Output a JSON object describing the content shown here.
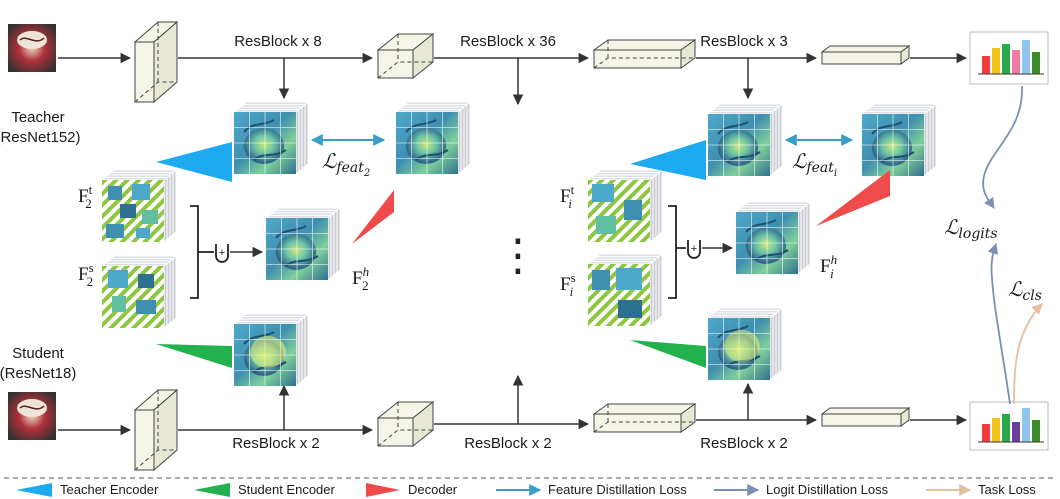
{
  "teacher": {
    "name": "Teacher",
    "model": "(ResNet152)"
  },
  "student": {
    "name": "Student",
    "model": "(ResNet18)"
  },
  "teacher_blocks": [
    "ResBlock x 8",
    "ResBlock x 36",
    "ResBlock x 3"
  ],
  "student_blocks": [
    "ResBlock x 2",
    "ResBlock x 2",
    "ResBlock x 2"
  ],
  "features": {
    "F2t_base": "F",
    "F2t_sub": "2",
    "F2t_sup": "t",
    "F2s_base": "F",
    "F2s_sub": "2",
    "F2s_sup": "s",
    "F2h_base": "F",
    "F2h_sub": "2",
    "F2h_sup": "h",
    "Fit_base": "F",
    "Fit_sub": "i",
    "Fit_sup": "t",
    "Fis_base": "F",
    "Fis_sub": "i",
    "Fis_sup": "s",
    "Fih_base": "F",
    "Fih_sub": "i",
    "Fih_sup": "h"
  },
  "losses": {
    "feat2_main": "ℒ",
    "feat2_sub": "feat",
    "feat2_subsub": "2",
    "feati_main": "ℒ",
    "feati_sub": "feat",
    "feati_subsub": "i",
    "logits_main": "ℒ",
    "logits_sub": "logits",
    "cls_main": "ℒ",
    "cls_sub": "cls"
  },
  "fusion_symbol": "+",
  "ellipsis": "⋮",
  "legend": [
    {
      "label": "Teacher Encoder",
      "color": "#1eaaf1"
    },
    {
      "label": "Student Encoder",
      "color": "#22b14c"
    },
    {
      "label": "Decoder",
      "color": "#f04b4b"
    },
    {
      "label": "Feature Distillation Loss",
      "color": "#3b9ec9"
    },
    {
      "label": "Logit Distillation Loss",
      "color": "#7b8fb5"
    },
    {
      "label": "Task Loss",
      "color": "#e3bfa0"
    }
  ],
  "colors": {
    "teacher_encoder": "#1eaaf1",
    "student_encoder": "#22b14c",
    "decoder": "#f04b4b",
    "feature_loss": "#3b9ec9",
    "logit_loss": "#7b8fb5",
    "task_loss": "#e3bfa0",
    "block_fill": "#f4f5e6",
    "hatch": "#8dc63f"
  },
  "icons": [
    "input-image-icon",
    "histogram-icon"
  ]
}
